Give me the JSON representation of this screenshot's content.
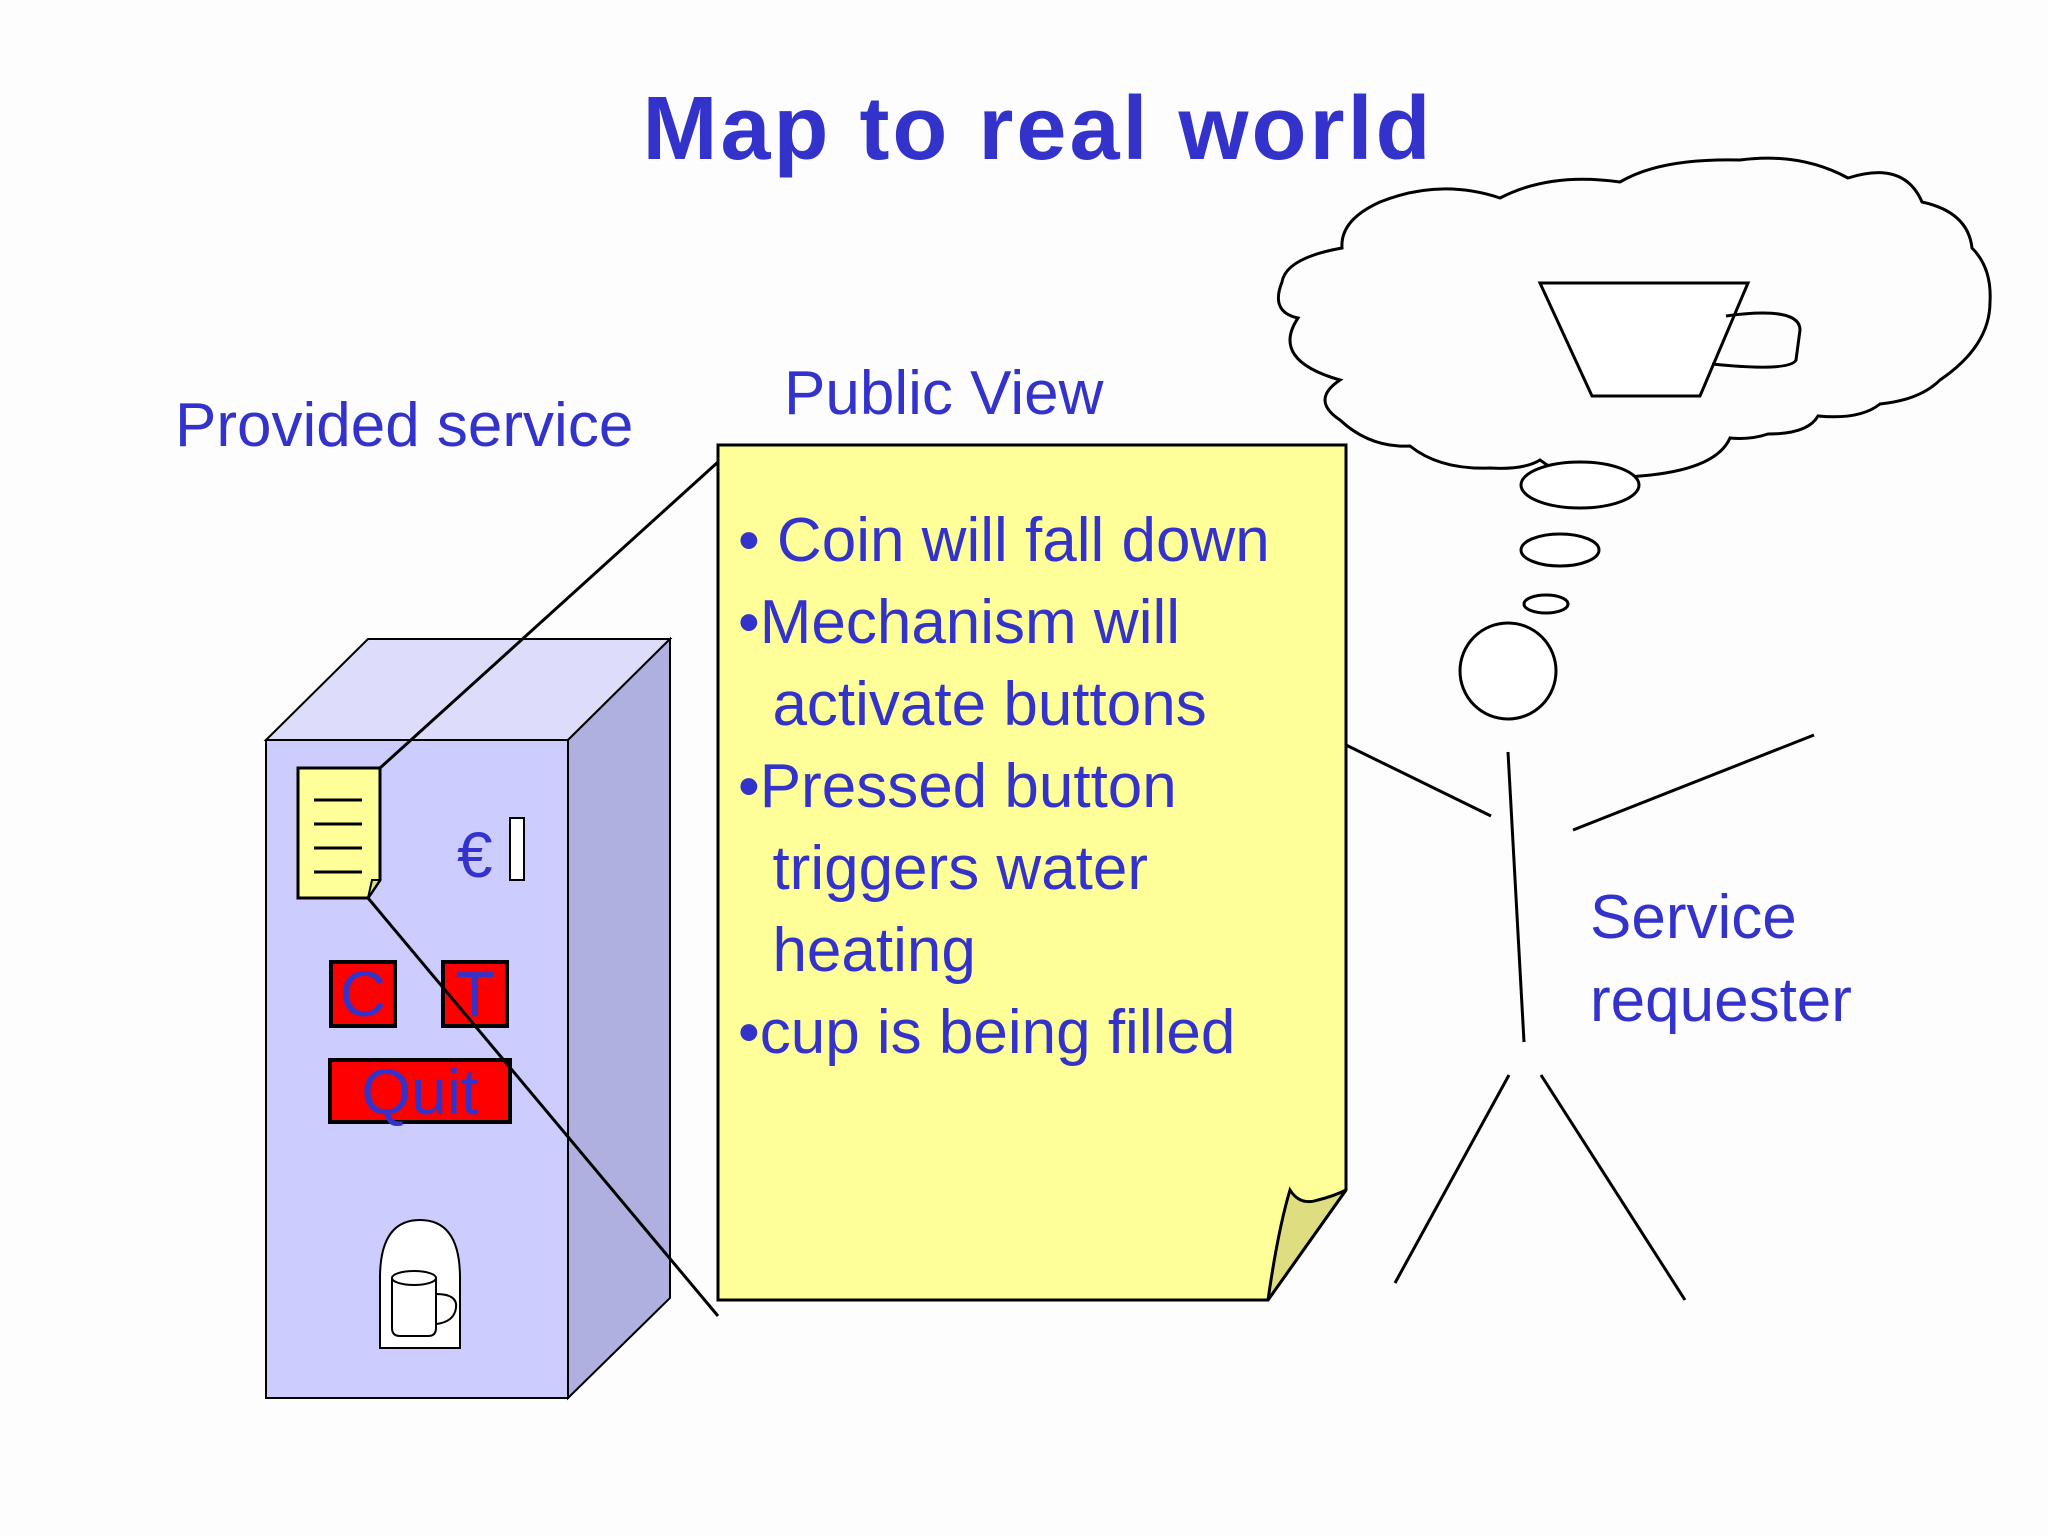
{
  "slide": {
    "title": "Map to real world",
    "provided_service_label": "Provided service",
    "public_view_label": "Public View",
    "service_requester_label": "Service requester",
    "public_view_bullets": [
      "• Coin will fall down",
      "•Mechanism will",
      "  activate buttons",
      "•Pressed button",
      "  triggers water",
      "  heating",
      "•cup is being filled"
    ],
    "machine": {
      "coin_symbol": "€",
      "button_c": "C",
      "button_t": "T",
      "button_quit": "Quit"
    }
  },
  "colors": {
    "text_blue": "#3333cc",
    "note_yellow": "#ffff99",
    "note_fold": "#dede80",
    "machine_front": "#ccccff",
    "machine_top": "#ddddfb",
    "machine_side": "#b0b0e0",
    "button_red": "#ff0000",
    "line": "#000000"
  }
}
